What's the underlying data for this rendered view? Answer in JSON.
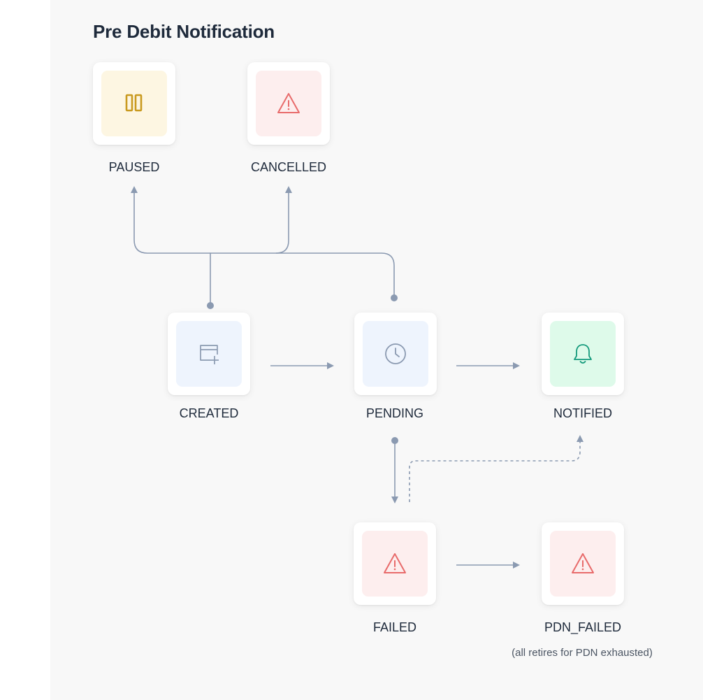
{
  "title": "Pre Debit Notification",
  "colors": {
    "connector": "#8b9ab1",
    "paused_icon": "#c99a1f",
    "warning_icon": "#e86b6b",
    "neutral_icon": "#8b9ab1",
    "notified_icon": "#159a7c"
  },
  "nodes": {
    "paused": {
      "label": "PAUSED",
      "icon": "pause-icon"
    },
    "cancelled": {
      "label": "CANCELLED",
      "icon": "warning-icon"
    },
    "created": {
      "label": "CREATED",
      "icon": "window-plus-icon"
    },
    "pending": {
      "label": "PENDING",
      "icon": "clock-icon"
    },
    "notified": {
      "label": "NOTIFIED",
      "icon": "bell-icon"
    },
    "failed": {
      "label": "FAILED",
      "icon": "warning-icon"
    },
    "pdn_failed": {
      "label": "PDN_FAILED",
      "icon": "warning-icon",
      "note": "(all retires for PDN exhausted)"
    }
  },
  "edges": [
    {
      "from": "CREATED",
      "to": "PAUSED",
      "style": "solid"
    },
    {
      "from": "CREATED",
      "to": "CANCELLED",
      "style": "solid"
    },
    {
      "from": "PENDING",
      "to": "PAUSED",
      "style": "solid"
    },
    {
      "from": "PENDING",
      "to": "CANCELLED",
      "style": "solid"
    },
    {
      "from": "CREATED",
      "to": "PENDING",
      "style": "solid"
    },
    {
      "from": "PENDING",
      "to": "NOTIFIED",
      "style": "solid"
    },
    {
      "from": "PENDING",
      "to": "FAILED",
      "style": "solid"
    },
    {
      "from": "FAILED",
      "to": "NOTIFIED",
      "style": "dashed"
    },
    {
      "from": "FAILED",
      "to": "PDN_FAILED",
      "style": "solid"
    }
  ]
}
